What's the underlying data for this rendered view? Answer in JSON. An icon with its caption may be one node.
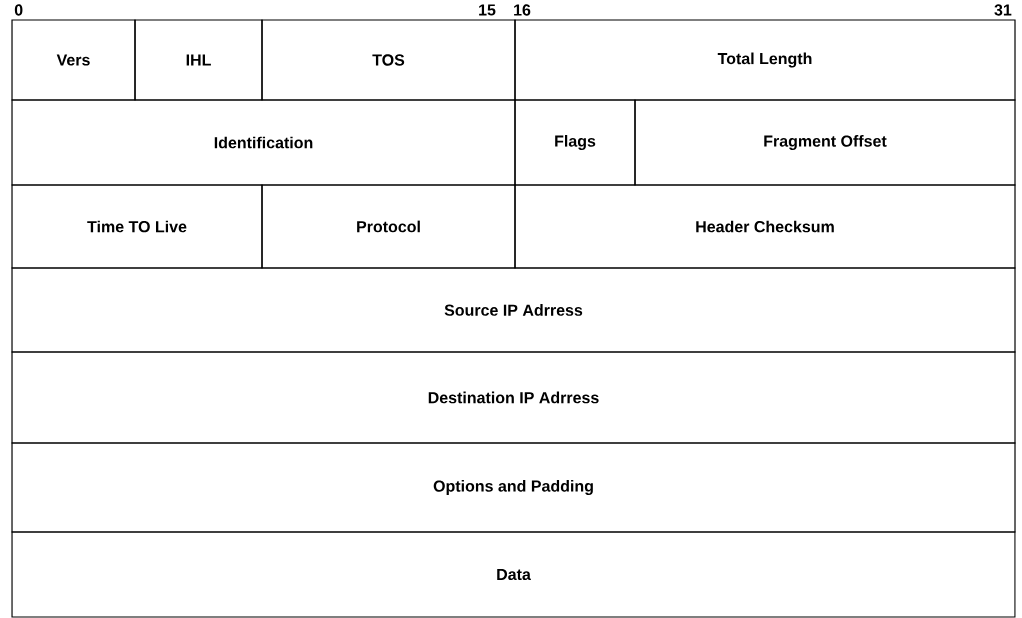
{
  "diagram": {
    "nodes": [
      {
        "text": [
          "Vers"
        ]
      },
      {
        "text": [
          "IHL"
        ]
      },
      {
        "text": [
          "TOS"
        ]
      },
      {
        "text": [
          "Total Length"
        ]
      },
      {
        "text": [
          "Identification"
        ]
      },
      {
        "text": [
          "Flags"
        ]
      },
      {
        "text": [
          "Fragment Offset"
        ]
      },
      {
        "text": [
          "Time TO Live"
        ]
      },
      {
        "text": [
          "Protocol"
        ]
      },
      {
        "text": [
          "Header Checksum"
        ]
      },
      {
        "text": [
          "Source IP Adrress"
        ]
      },
      {
        "text": [
          "Destination IP Adrress"
        ]
      },
      {
        "text": [
          "Options and Padding"
        ]
      },
      {
        "text": [
          "Data"
        ]
      }
    ],
    "labels": [
      "0",
      "15",
      "16",
      "31"
    ]
  }
}
